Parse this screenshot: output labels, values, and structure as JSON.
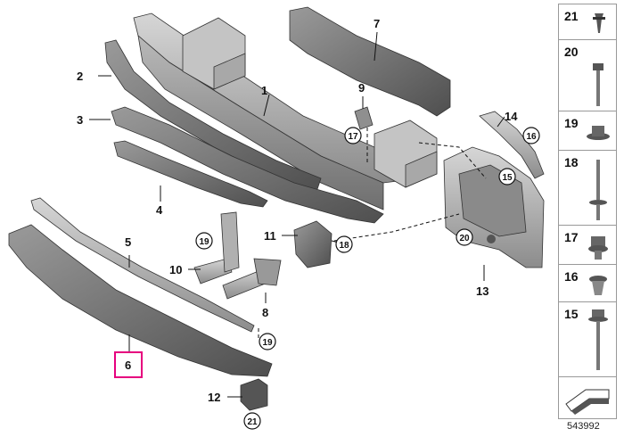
{
  "callouts": {
    "c1": "1",
    "c2": "2",
    "c3": "3",
    "c4": "4",
    "c5": "5",
    "c6": "6",
    "c7": "7",
    "c8": "8",
    "c9": "9",
    "c10": "10",
    "c11": "11",
    "c12": "12",
    "c13": "13",
    "c14": "14"
  },
  "circled_refs": {
    "r17a": "17",
    "r15": "15",
    "r16": "16",
    "r20": "20",
    "r18": "18",
    "r19a": "19",
    "r19b": "19",
    "r21": "21"
  },
  "highlight_color": "#e6007e",
  "fasteners": [
    {
      "number": "21",
      "icon": "push-rivet-icon"
    },
    {
      "number": "20",
      "icon": "hex-bolt-long-icon"
    },
    {
      "number": "19",
      "icon": "flange-nut-icon"
    },
    {
      "number": "18",
      "icon": "stud-bolt-icon"
    },
    {
      "number": "17",
      "icon": "hex-collar-nut-icon"
    },
    {
      "number": "16",
      "icon": "expanding-nut-icon"
    },
    {
      "number": "15",
      "icon": "flange-bolt-icon"
    }
  ],
  "diagram_id": "543992"
}
